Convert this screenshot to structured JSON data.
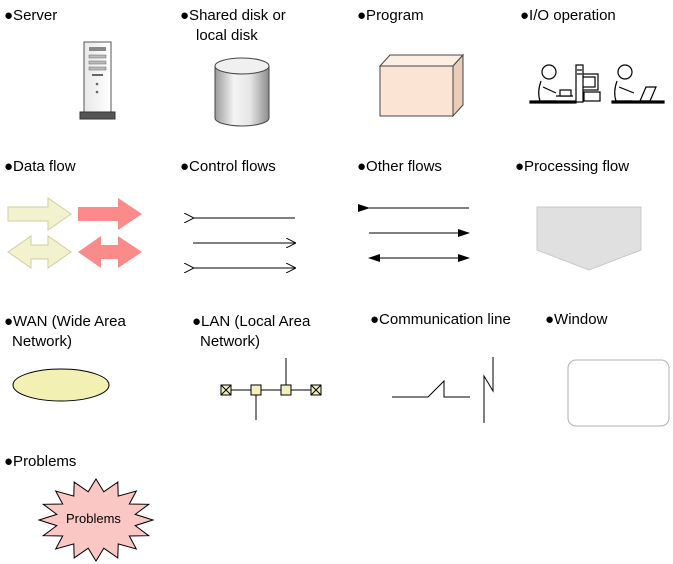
{
  "legend": {
    "server": {
      "label_line1": "●Server",
      "icon": "server-icon"
    },
    "shared_disk": {
      "label_line1": "●Shared disk or",
      "label_line2": "local disk",
      "icon": "disk-cylinder-icon"
    },
    "program": {
      "label_line1": "●Program",
      "icon": "program-box-icon"
    },
    "io_operation": {
      "label_line1": "●I/O operation",
      "icon": "operator-terminal-icon"
    },
    "data_flow": {
      "label_line1": "●Data flow",
      "icon": "data-flow-arrows-icon"
    },
    "control_flows": {
      "label_line1": "●Control flows",
      "icon": "control-flow-arrows-icon"
    },
    "other_flows": {
      "label_line1": "●Other flows",
      "icon": "other-flow-arrows-icon"
    },
    "processing_flow": {
      "label_line1": "●Processing flow",
      "icon": "pentagon-down-icon"
    },
    "wan": {
      "label_line1": "●WAN (Wide Area",
      "label_line2": "Network)",
      "icon": "ellipse-icon"
    },
    "lan": {
      "label_line1": "●LAN (Local Area",
      "label_line2": "Network)",
      "icon": "lan-bus-icon"
    },
    "communication_line": {
      "label_line1": "●Communication line",
      "icon": "lightning-line-icon"
    },
    "window": {
      "label_line1": "●Window",
      "icon": "rounded-rect-icon"
    },
    "problems": {
      "label_line1": "●Problems",
      "icon": "starburst-icon",
      "shape_text": "Problems"
    }
  },
  "colors": {
    "data_flow_light": "#f3f2cf",
    "data_flow_red": "#fb8b8b",
    "program_fill": "#fbe4d3",
    "processing_fill": "#e0e0e0",
    "wan_fill": "#f2f0b3",
    "lan_node_fill": "#f3f0be",
    "problems_fill": "#fbc7c5"
  }
}
